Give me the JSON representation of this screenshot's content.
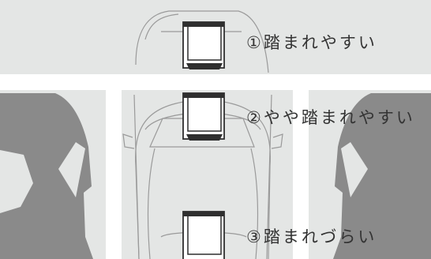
{
  "labels": {
    "zone1": "①踏まれやすい",
    "zone2": "②やや踏まれやすい",
    "zone3": "③踏まれづらい"
  },
  "colors": {
    "background": "#e4e6e5",
    "parking_line": "#ffffff",
    "car_outline": "#9a9a9a",
    "neighbor_car": "#8a8a8a",
    "mat": "#2f2f2f",
    "text": "#333333"
  }
}
